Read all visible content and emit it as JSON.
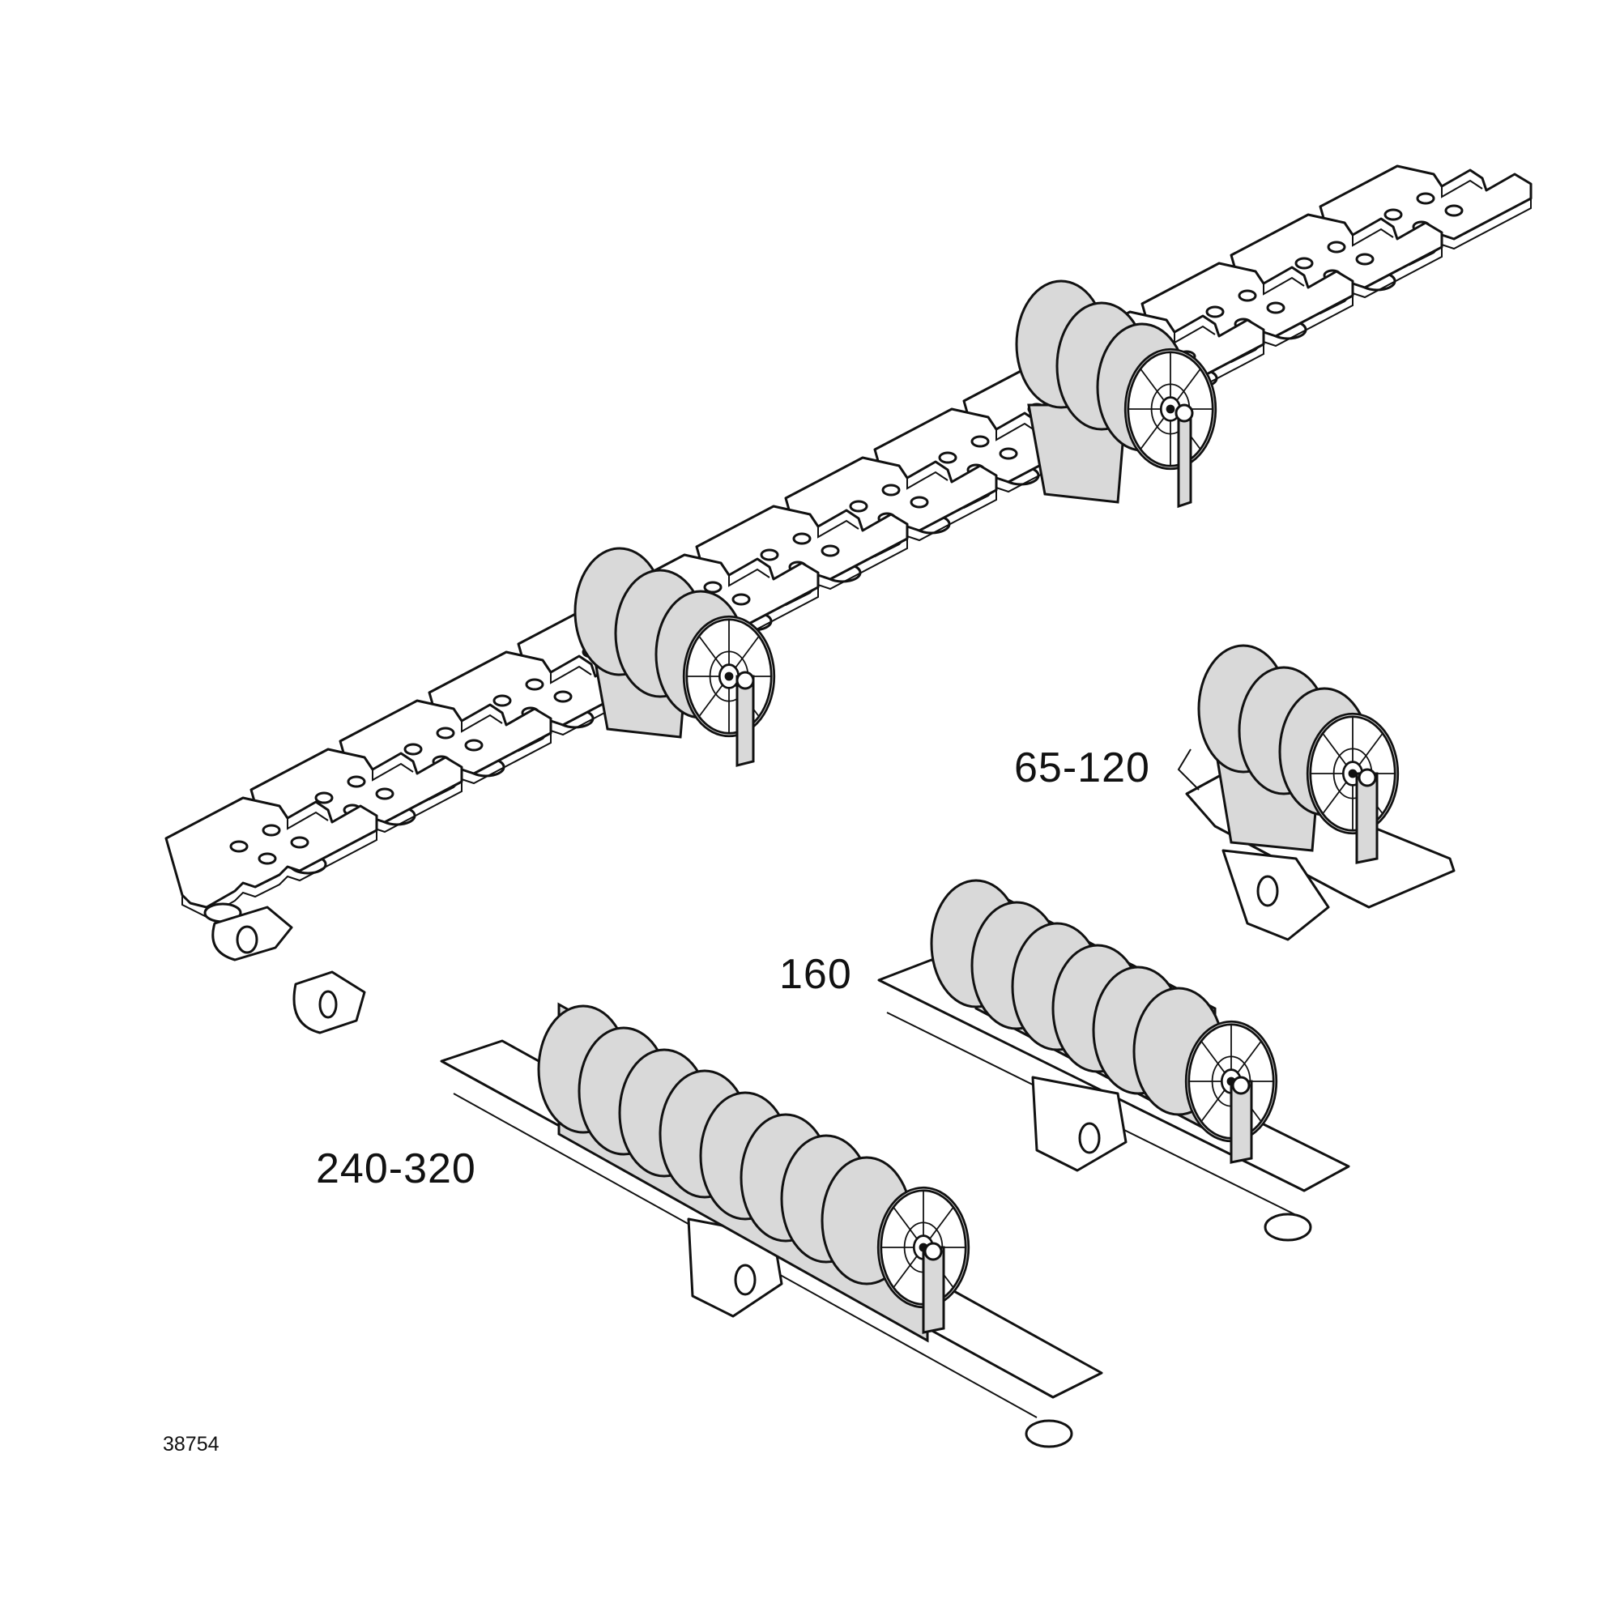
{
  "diagram": {
    "type": "isometric technical illustration",
    "subject": "Conveyor chain with roller attachments",
    "colors": {
      "line": "#111111",
      "roller_fill": "#d9d9d9",
      "background": "#ffffff"
    },
    "chain": {
      "link_count_visible": 14,
      "mounted_rollers": 2
    },
    "assemblies": [
      {
        "id": "roller-65-120",
        "label": "65-120",
        "roller_segments": 3
      },
      {
        "id": "roller-160",
        "label": "160",
        "roller_segments": 6
      },
      {
        "id": "roller-240-320",
        "label": "240-320",
        "roller_segments": 8
      }
    ],
    "figure_number": "38754"
  }
}
